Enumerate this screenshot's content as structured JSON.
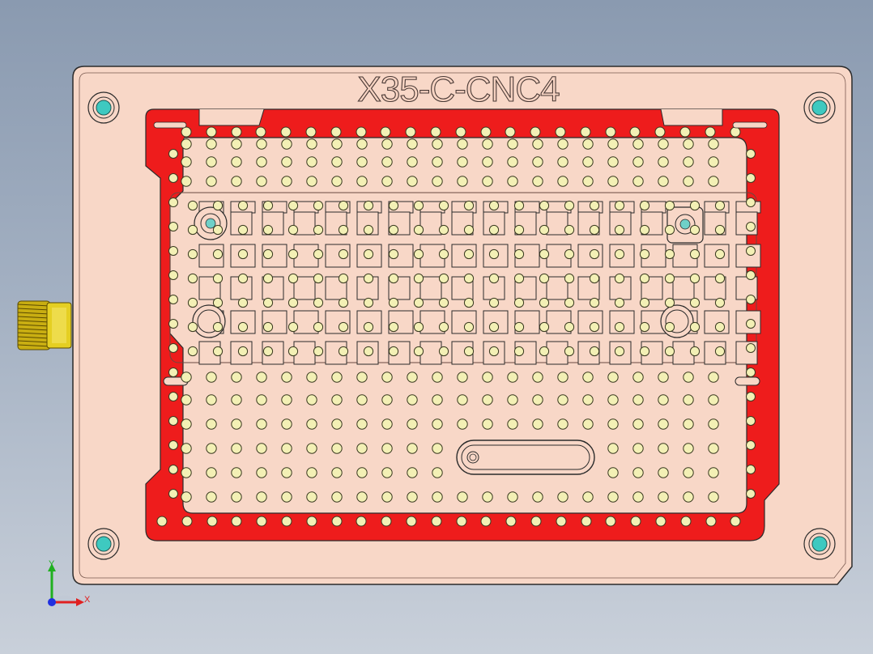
{
  "part": {
    "engraving": "X35-C-CNC4"
  },
  "colors": {
    "background_top": "#8a9ab0",
    "background_bottom": "#c9d0da",
    "plate": "#f8d7c7",
    "plate_edge": "#2b2b2b",
    "pocket_red": "#ee1c1c",
    "vacuum_hole": "#f3f0b5",
    "locator": "#3ec9c0",
    "fitting_gold": "#d9c21a"
  },
  "triad": {
    "x_label": "X",
    "y_label": "Y",
    "x_color": "#e02020",
    "y_color": "#20b020",
    "z_color": "#2030e0"
  },
  "icons": {
    "locator": "locating-pin-icon",
    "fitting": "air-fitting-icon",
    "triad": "axis-triad-icon"
  }
}
